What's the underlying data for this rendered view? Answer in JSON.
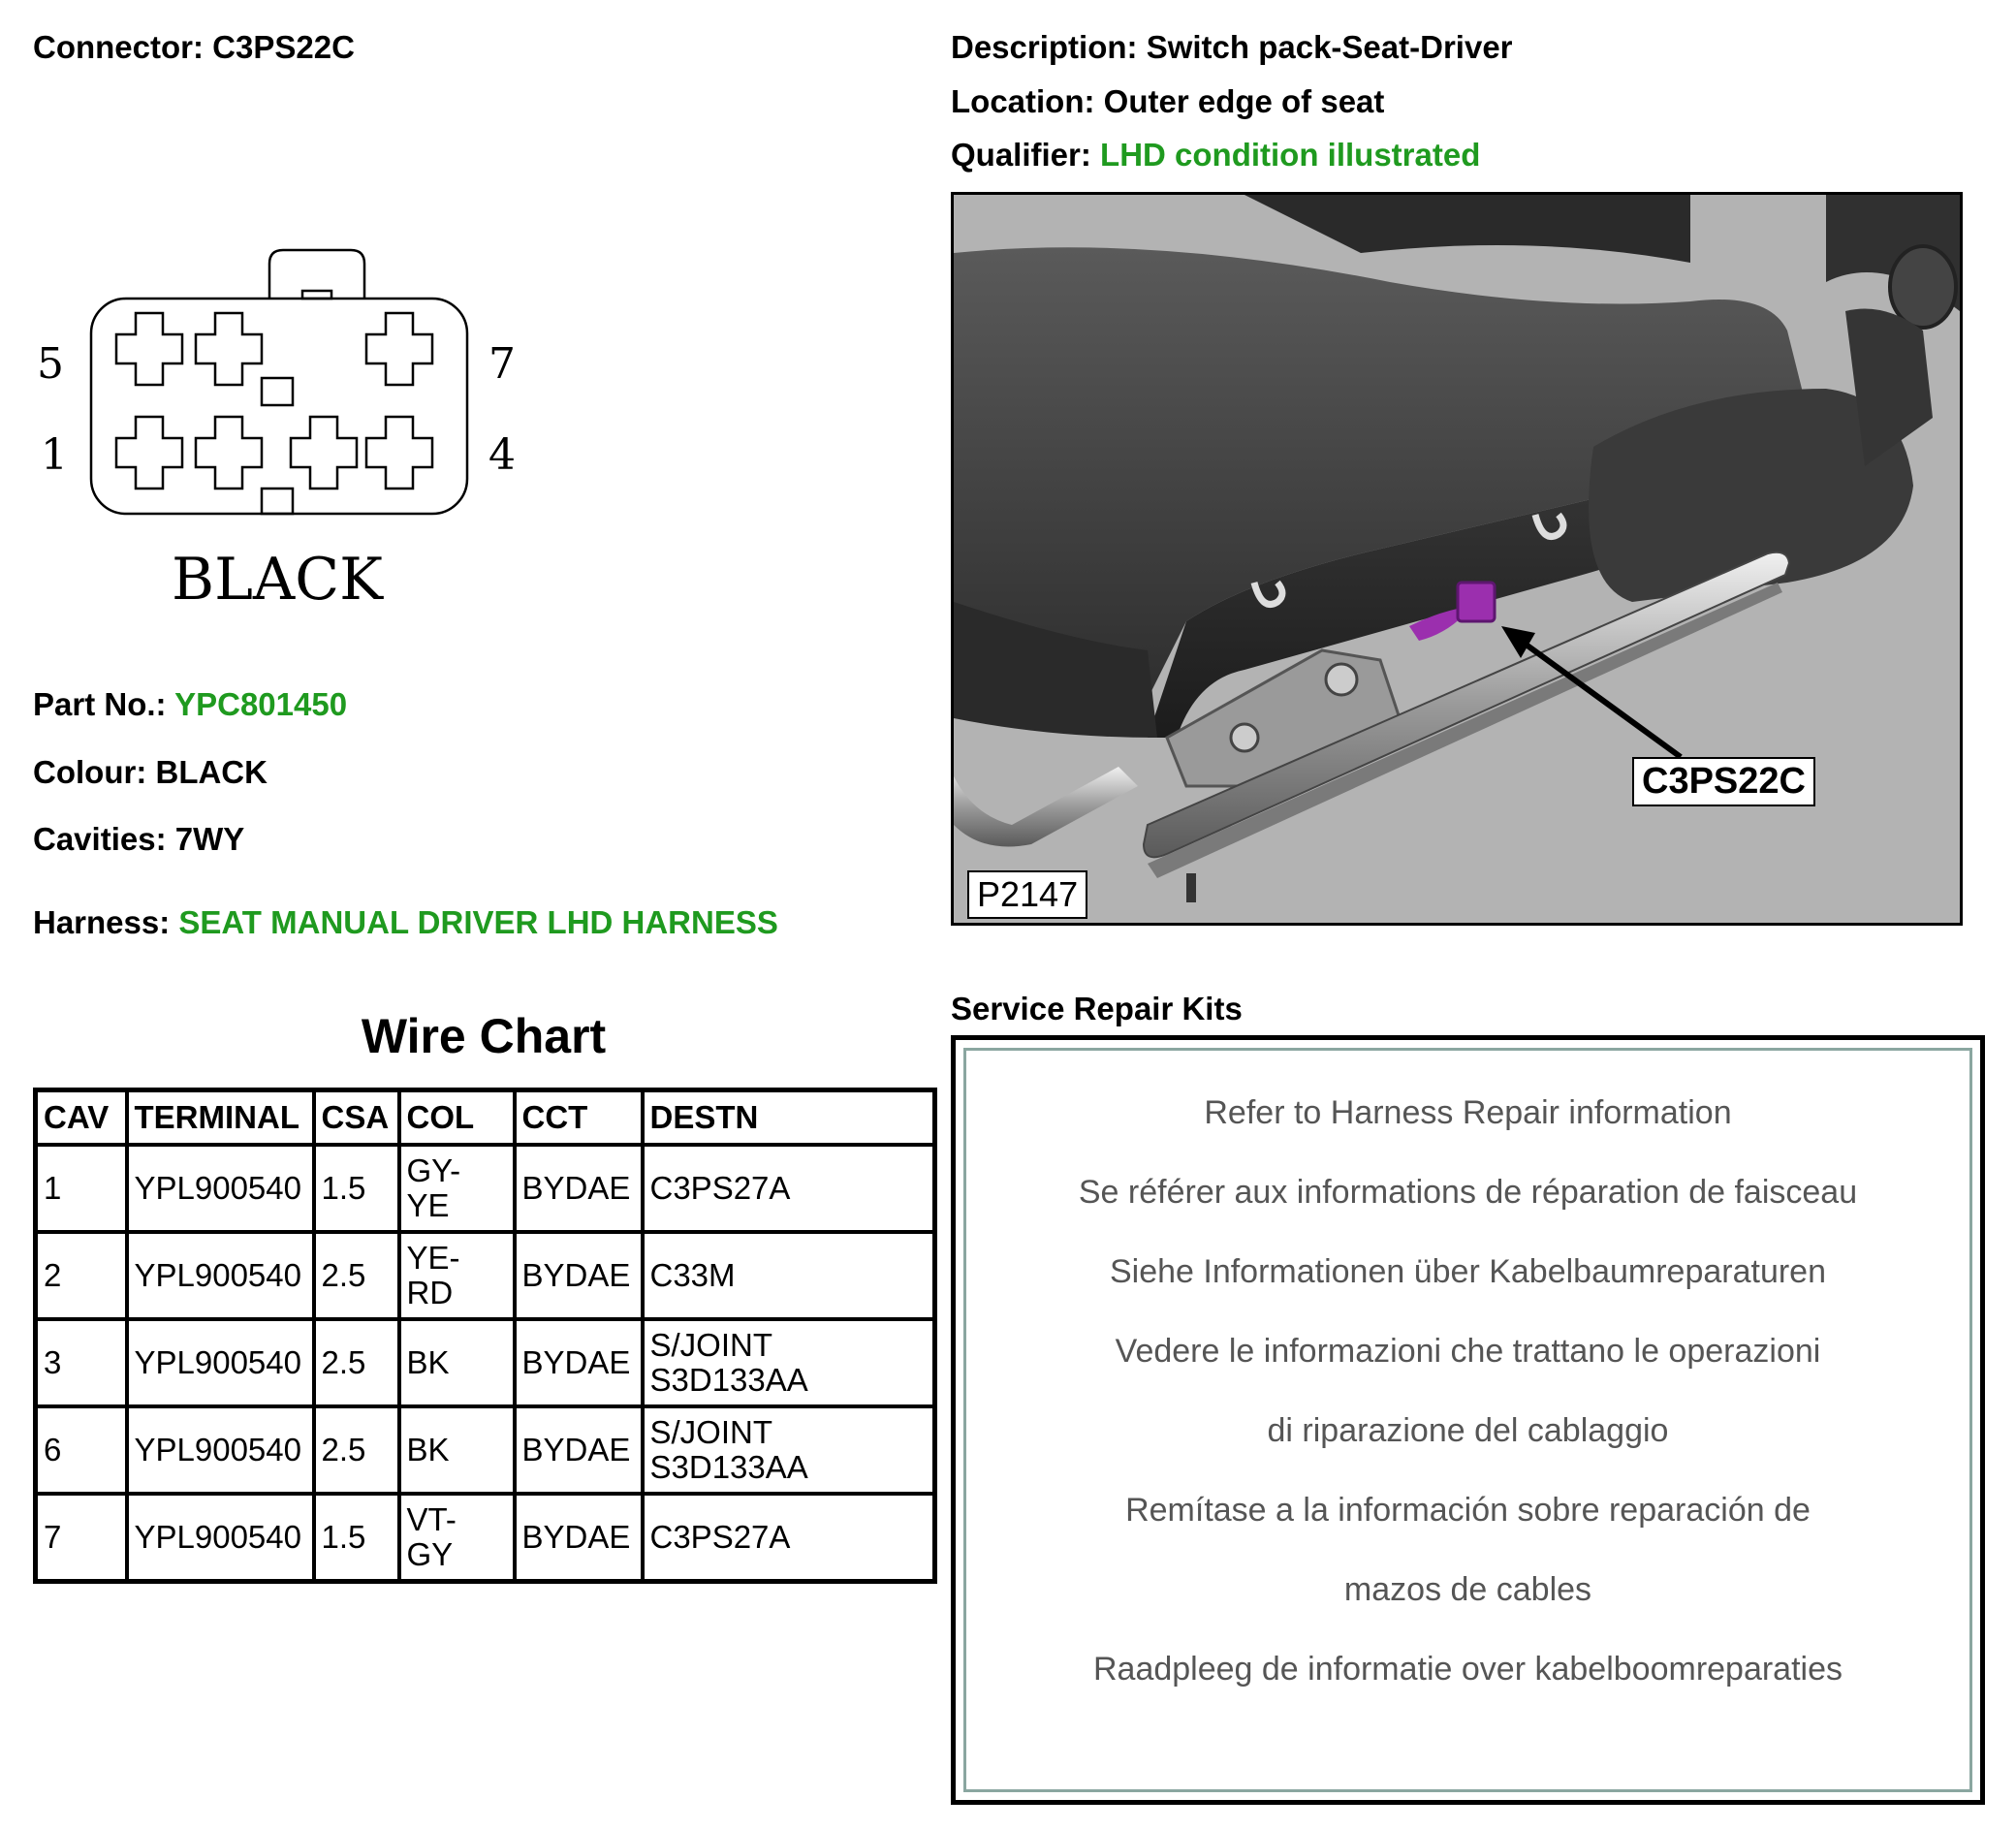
{
  "header": {
    "connector_label": "Connector:",
    "connector_value": "C3PS22C",
    "description_label": "Description:",
    "description_value": "Switch pack-Seat-Driver",
    "location_label": "Location:",
    "location_value": "Outer edge of seat",
    "qualifier_label": "Qualifier:",
    "qualifier_value": "LHD condition illustrated"
  },
  "connector_face": {
    "pin_labels": {
      "top_left": "5",
      "bottom_left": "1",
      "top_right": "7",
      "bottom_right": "4"
    },
    "colour_caption": "BLACK"
  },
  "details": {
    "part_no_label": "Part No.:",
    "part_no_value": "YPC801450",
    "colour_label": "Colour:",
    "colour_value": "BLACK",
    "cavities_label": "Cavities:",
    "cavities_value": "7WY",
    "harness_label": "Harness:",
    "harness_value": "SEAT MANUAL DRIVER LHD HARNESS"
  },
  "wire_chart": {
    "title": "Wire Chart",
    "columns": [
      "CAV",
      "TERMINAL",
      "CSA",
      "COL",
      "CCT",
      "DESTN"
    ],
    "rows": [
      [
        "1",
        "YPL900540",
        "1.5",
        "GY-\nYE",
        "BYDAE",
        "C3PS27A"
      ],
      [
        "2",
        "YPL900540",
        "2.5",
        "YE-\nRD",
        "BYDAE",
        "C33M"
      ],
      [
        "3",
        "YPL900540",
        "2.5",
        "BK",
        "BYDAE",
        "S/JOINT\nS3D133AA"
      ],
      [
        "6",
        "YPL900540",
        "2.5",
        "BK",
        "BYDAE",
        "S/JOINT\nS3D133AA"
      ],
      [
        "7",
        "YPL900540",
        "1.5",
        "VT-\nGY",
        "BYDAE",
        "C3PS27A"
      ]
    ]
  },
  "photo": {
    "connector_callout": "C3PS22C",
    "figure_id": "P2147"
  },
  "service_repair_kits": {
    "title": "Service Repair Kits",
    "lines": [
      "Refer to Harness Repair information",
      "Se référer aux informations de réparation de faisceau",
      "Siehe Informationen über Kabelbaumreparaturen",
      "Vedere le informazioni che trattano le operazioni",
      "di riparazione del cablaggio",
      "Remítase a la información sobre reparación de",
      "mazos de cables",
      "Raadpleeg de informatie over kabelboomreparaties"
    ]
  },
  "colors": {
    "highlight_green": "#1f9a1f",
    "connector_purple": "#9b2fae",
    "photo_grey": "#b3b3b3"
  }
}
